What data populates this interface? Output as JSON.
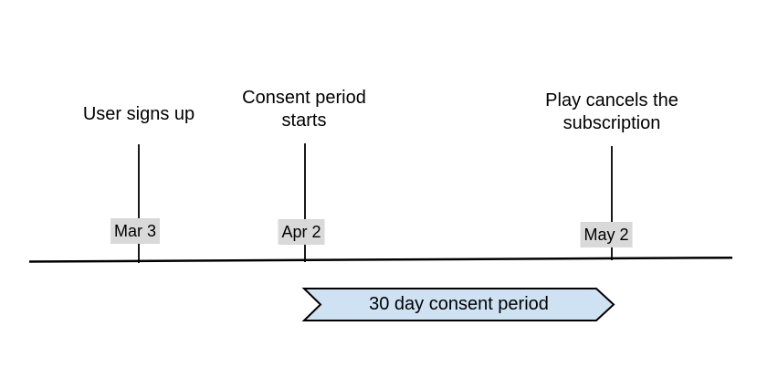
{
  "events": [
    {
      "lines": [
        "User signs up"
      ],
      "date": "Mar 3"
    },
    {
      "lines": [
        "Consent period",
        "starts"
      ],
      "date": "Apr 2"
    },
    {
      "lines": [
        "Play cancels the",
        "subscription"
      ],
      "date": "May 2"
    }
  ],
  "banner": {
    "label": "30 day consent period",
    "fill": "#cfe2f3",
    "border_color": "#000000"
  },
  "colors": {
    "background": "#ffffff",
    "text": "#000000",
    "axis": "#000000",
    "tick": "#000000",
    "date_badge_background": "#d9d9d9"
  }
}
